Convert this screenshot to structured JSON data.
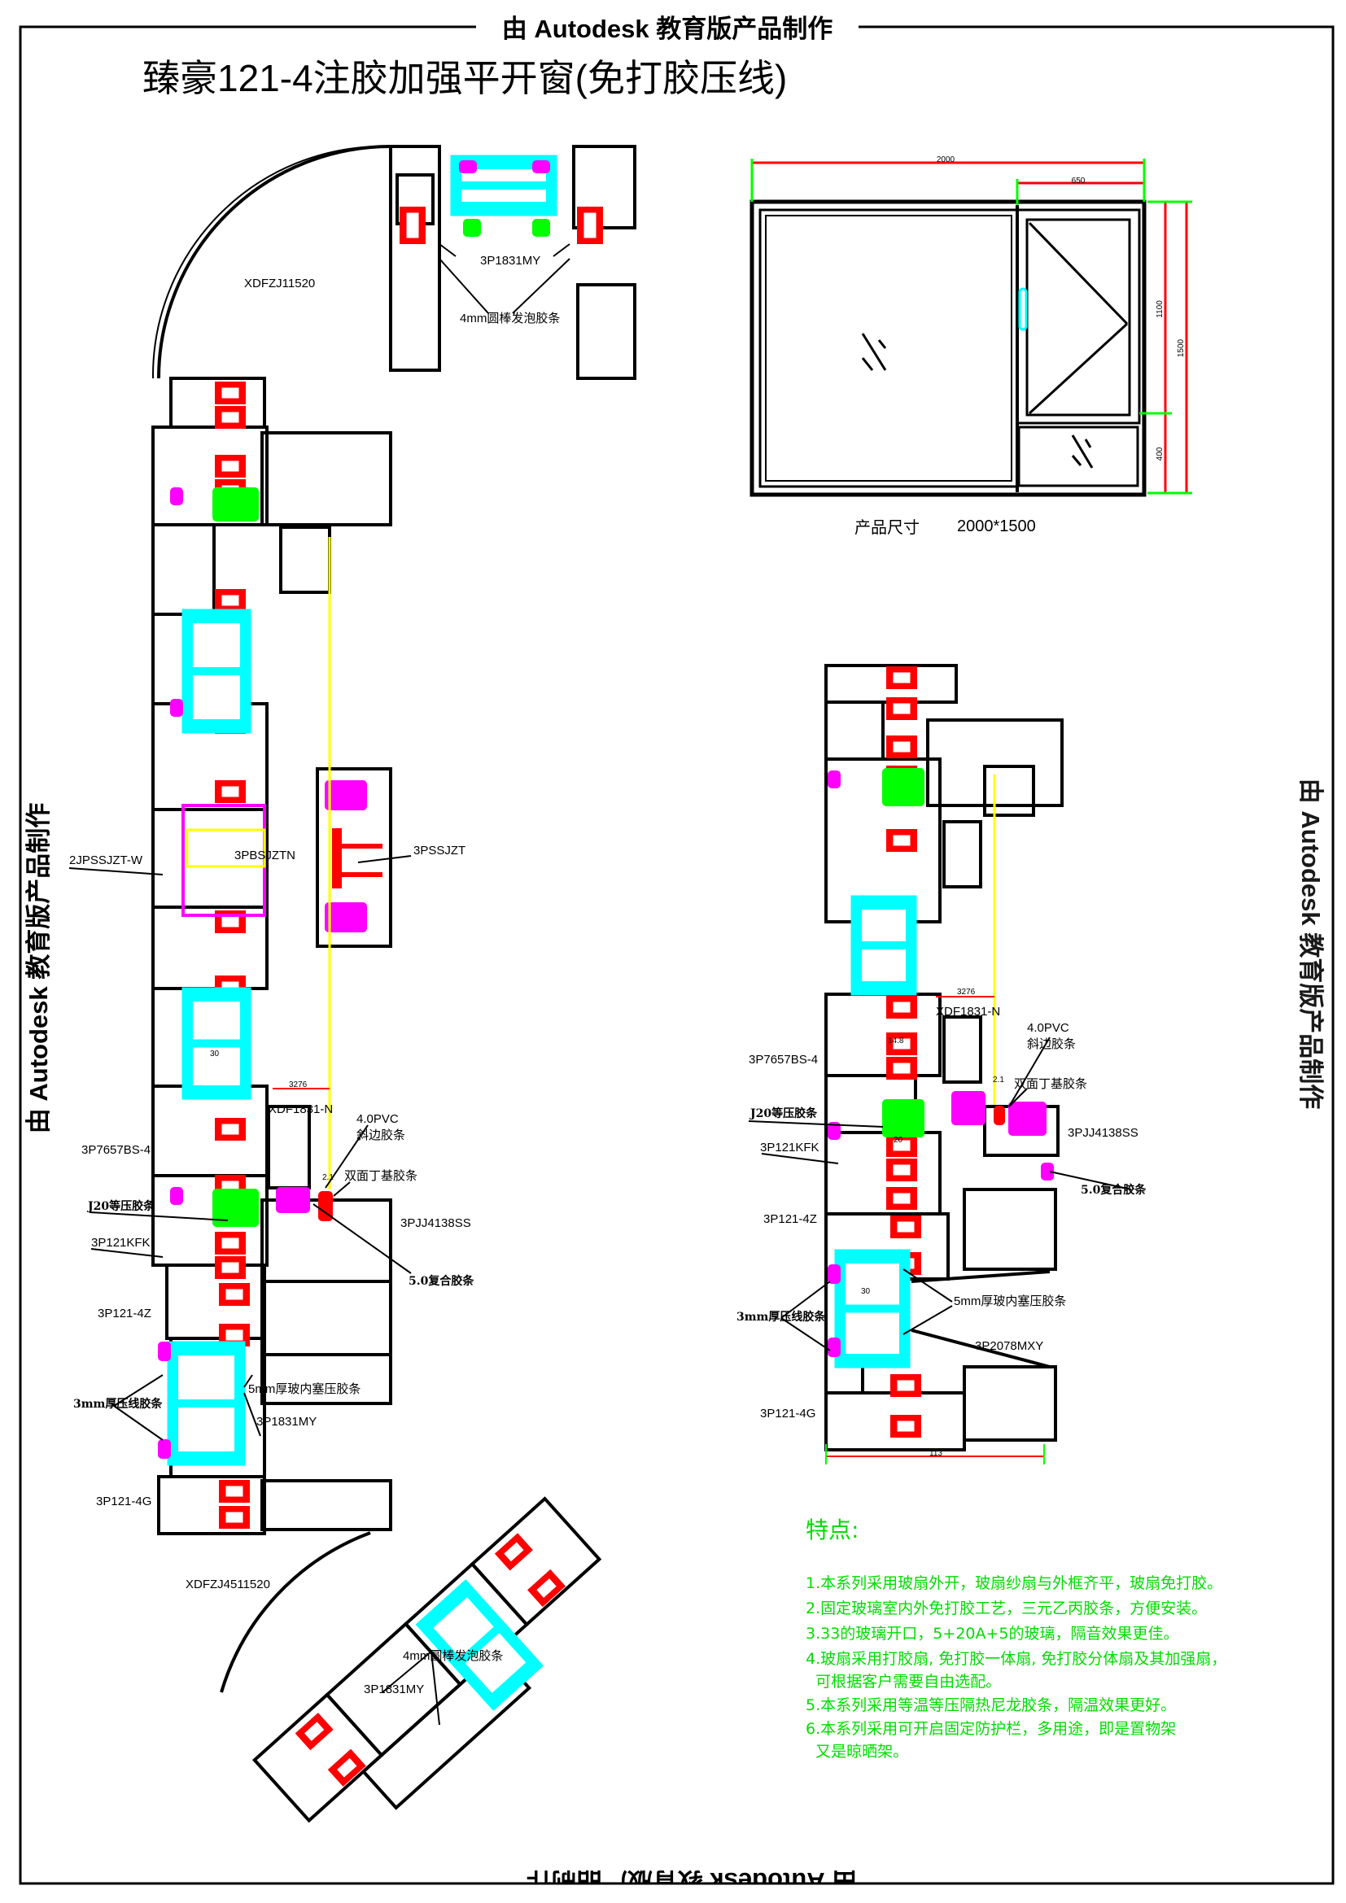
{
  "watermark": "由 Autodesk 教育版产品制作",
  "title": "臻豪121-4注胶加强平开窗(免打胶压线)",
  "colors": {
    "frame": "#000000",
    "thermal_break": "#ff0000",
    "glass": "#00ffff",
    "gasket_green": "#00ff00",
    "gasket_magenta": "#ff00ff",
    "sash_line": "#ffff00",
    "features_text": "#00dd00"
  },
  "elevation": {
    "dim_total_width": "2000",
    "dim_sash_width": "650",
    "dim_sash_height": "1100",
    "dim_fixed_height": "400",
    "dim_total_height": "1500",
    "caption_label": "产品尺寸",
    "caption_size": "2000*1500"
  },
  "left_section": {
    "labels": [
      "XDFZJ11520",
      "3P1831MY",
      "4mm圆棒发泡胶条",
      "2JPSSJZT-W",
      "3PBSJZTN",
      "3PSSJZT",
      "3276",
      "XDF1831-N",
      "4.0PVC",
      "斜边胶条",
      "双面丁基胶条",
      "3P7657BS-4",
      "J20等压胶条",
      "3P121KFK",
      "3PJJ4138SS",
      "5.0复合胶条",
      "3P121-4Z",
      "5mm厚玻内塞压胶条",
      "3mm厚压线胶条",
      "3P1831MY",
      "3P121-4G",
      "XDFZJ4511520",
      "4mm圆棒发泡胶条",
      "3P1831MY",
      "30",
      "2.1"
    ]
  },
  "right_section": {
    "labels": [
      "3276",
      "XDF1831-N",
      "4.0PVC",
      "斜边胶条",
      "双面丁基胶条",
      "3P7657BS-4",
      "J20等压胶条",
      "3P121KFK",
      "3PJJ4138SS",
      "5.0复合胶条",
      "3P121-4Z",
      "5mm厚玻内塞压胶条",
      "3mm厚压线胶条",
      "3P2078MXY",
      "3P121-4G",
      "113",
      "14.8",
      "20",
      "30",
      "2.1"
    ]
  },
  "features": {
    "heading": "特点:",
    "lines": [
      "1.本系列采用玻扇外开，玻扇纱扇与外框齐平，玻扇免打胶。",
      "2.固定玻璃室内外免打胶工艺，三元乙丙胶条，方便安装。",
      "3.33的玻璃开口，5+20A+5的玻璃，隔音效果更佳。",
      "4.玻扇采用打胶扇, 免打胶一体扇, 免打胶分体扇及其加强扇，",
      "  可根据客户需要自由选配。",
      "5.本系列采用等温等压隔热尼龙胶条，隔温效果更好。",
      "6.本系列采用可开启固定防护栏，多用途，即是置物架",
      "  又是晾晒架。"
    ]
  }
}
